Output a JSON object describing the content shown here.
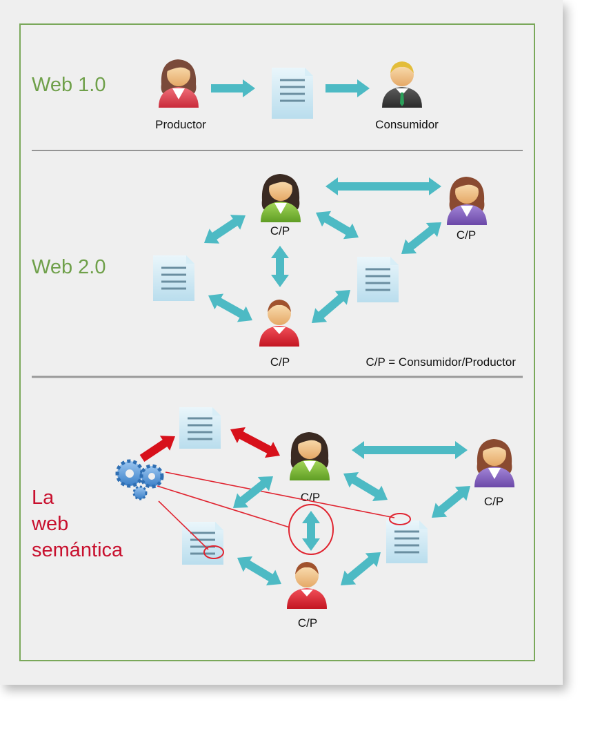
{
  "sections": {
    "web1": {
      "title": "Web 1.0",
      "producer_label": "Productor",
      "consumer_label": "Consumidor"
    },
    "web2": {
      "title": "Web 2.0",
      "node_label": "C/P",
      "legend": "C/P = Consumidor/Productor"
    },
    "semantic": {
      "title_lines": [
        "La",
        "web",
        "semántica"
      ],
      "node_label": "C/P"
    }
  },
  "colors": {
    "section_title_web": "#6fa04a",
    "section_title_semantic": "#c8102e",
    "frame": "#7aa85a",
    "arrow": "#4dbac4",
    "semantic_arrow": "#d7111b",
    "semantic_line": "#e0232f"
  },
  "icons": [
    "person-icon",
    "document-icon",
    "gears-icon",
    "arrow-icon"
  ]
}
